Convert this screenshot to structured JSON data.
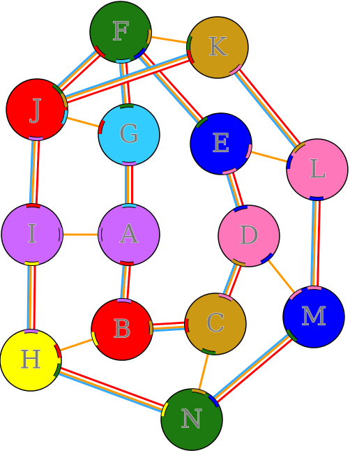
{
  "chart_data": {
    "type": "graph",
    "nodes": [
      {
        "id": "F",
        "label": "F",
        "color": "#1d7a10"
      },
      {
        "id": "K",
        "label": "K",
        "color": "#cc9914"
      },
      {
        "id": "J",
        "label": "J",
        "color": "#ff0000"
      },
      {
        "id": "G",
        "label": "G",
        "color": "#33ccff"
      },
      {
        "id": "E",
        "label": "E",
        "color": "#0000ff"
      },
      {
        "id": "L",
        "label": "L",
        "color": "#ff77bb"
      },
      {
        "id": "I",
        "label": "I",
        "color": "#cc66ff"
      },
      {
        "id": "A",
        "label": "A",
        "color": "#cc66ff"
      },
      {
        "id": "D",
        "label": "D",
        "color": "#ff77bb"
      },
      {
        "id": "B",
        "label": "B",
        "color": "#ff0000"
      },
      {
        "id": "C",
        "label": "C",
        "color": "#cc9914"
      },
      {
        "id": "M",
        "label": "M",
        "color": "#0000ff"
      },
      {
        "id": "H",
        "label": "H",
        "color": "#ffff00"
      },
      {
        "id": "N",
        "label": "N",
        "color": "#1d7a10"
      }
    ],
    "edges": [
      {
        "source": "F",
        "target": "K",
        "style": "single"
      },
      {
        "source": "F",
        "target": "J",
        "style": "multi"
      },
      {
        "source": "F",
        "target": "G",
        "style": "multi"
      },
      {
        "source": "F",
        "target": "E",
        "style": "multi"
      },
      {
        "source": "K",
        "target": "J",
        "style": "multi"
      },
      {
        "source": "K",
        "target": "L",
        "style": "multi"
      },
      {
        "source": "J",
        "target": "G",
        "style": "single"
      },
      {
        "source": "J",
        "target": "I",
        "style": "multi"
      },
      {
        "source": "G",
        "target": "A",
        "style": "multi"
      },
      {
        "source": "E",
        "target": "L",
        "style": "single"
      },
      {
        "source": "E",
        "target": "D",
        "style": "multi"
      },
      {
        "source": "L",
        "target": "M",
        "style": "multi"
      },
      {
        "source": "I",
        "target": "A",
        "style": "single"
      },
      {
        "source": "I",
        "target": "H",
        "style": "multi"
      },
      {
        "source": "A",
        "target": "B",
        "style": "multi"
      },
      {
        "source": "D",
        "target": "C",
        "style": "multi"
      },
      {
        "source": "D",
        "target": "M",
        "style": "single"
      },
      {
        "source": "B",
        "target": "C",
        "style": "multi"
      },
      {
        "source": "B",
        "target": "H",
        "style": "single"
      },
      {
        "source": "C",
        "target": "N",
        "style": "single"
      },
      {
        "source": "M",
        "target": "N",
        "style": "multi"
      },
      {
        "source": "H",
        "target": "N",
        "style": "multi"
      }
    ],
    "colors": {
      "edge_single": "#ff9900",
      "edge_multi": [
        "#ff0000",
        "#ffffff",
        "#ff9900",
        "#33aaff"
      ],
      "outline": "#000000",
      "label": "#7a7a7a"
    }
  }
}
